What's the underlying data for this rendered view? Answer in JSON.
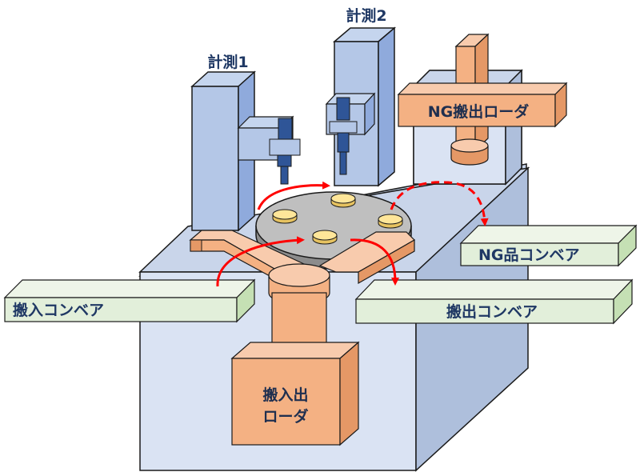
{
  "labels": {
    "measure1": "計測1",
    "measure2": "計測2",
    "ng_loader": "NG搬出ローダ",
    "ng_conveyor": "NG品コンベア",
    "in_conveyor": "搬入コンベア",
    "out_conveyor": "搬出コンベア",
    "loader_line1": "搬入出",
    "loader_line2": "ローダ"
  },
  "colors": {
    "base_front": "#d9e2f3",
    "base_top": "#c5d3e8",
    "base_side": "#a6b7d4",
    "column_front": "#b4c7e7",
    "column_side": "#8faadc",
    "probe": "#2f5597",
    "loader": "#f4b183",
    "loader_dark": "#e59866",
    "conveyor": "#e2efda",
    "conveyor_side": "#c5e0b4",
    "part": "#ffe699",
    "table": "#bfbfbf",
    "arrow": "#ff0000"
  },
  "icons": [
    "red-flow-arrow",
    "measurement-probe-icon"
  ]
}
